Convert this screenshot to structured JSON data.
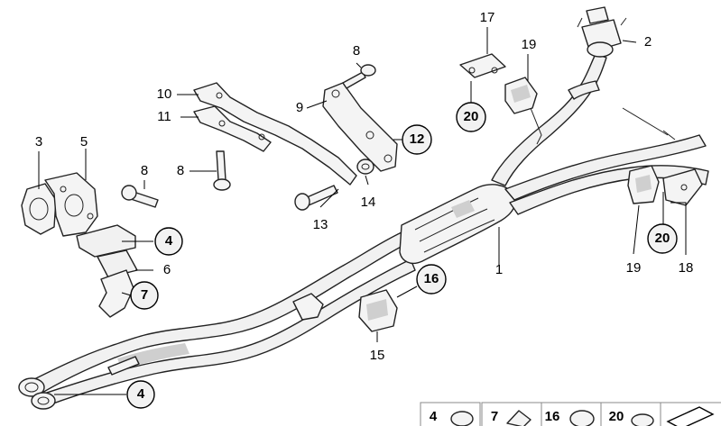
{
  "labels": {
    "l1": "1",
    "l2": "2",
    "l3": "3",
    "l4a": "4",
    "l4b": "4",
    "l5": "5",
    "l6": "6",
    "l7": "7",
    "l8a": "8",
    "l8b": "8",
    "l8c": "8",
    "l9": "9",
    "l10": "10",
    "l11": "11",
    "l12": "12",
    "l13": "13",
    "l14": "14",
    "l15": "15",
    "l16": "16",
    "l17": "17",
    "l18": "18",
    "l19a": "19",
    "l19b": "19",
    "l20a": "20",
    "l20b": "20"
  },
  "legend": [
    "4",
    "7",
    "16",
    "20"
  ]
}
